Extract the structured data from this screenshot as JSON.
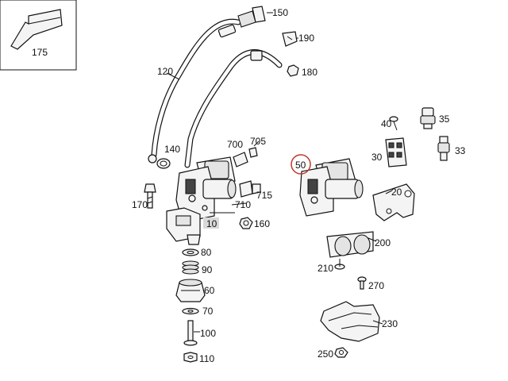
{
  "diagram": {
    "labels": {
      "l175": "175",
      "l150": "150",
      "l190": "190",
      "l180": "180",
      "l120": "120",
      "l140": "140",
      "l700": "700",
      "l705": "705",
      "l715": "715",
      "l710": "710",
      "l170": "170",
      "l10": "10",
      "l160": "160",
      "l80": "80",
      "l90": "90",
      "l60": "60",
      "l70": "70",
      "l100": "100",
      "l110": "110",
      "l50": "50",
      "l40": "40",
      "l35": "35",
      "l30": "30",
      "l33": "33",
      "l20": "20",
      "l200": "200",
      "l210": "210",
      "l270": "270",
      "l230": "230",
      "l250": "250"
    },
    "colors": {
      "highlight_circle": "#c0392b",
      "highlight_box": "#d9d9d9",
      "line": "#111111"
    }
  }
}
